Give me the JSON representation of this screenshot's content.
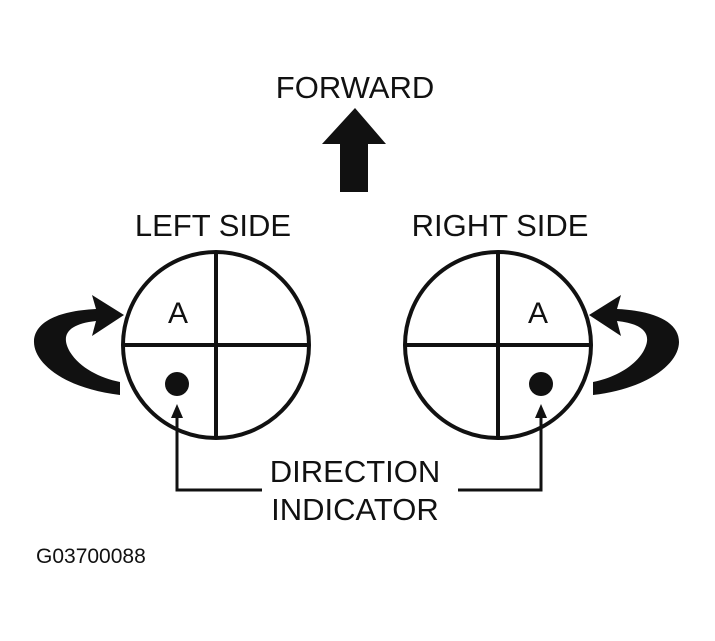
{
  "labels": {
    "forward": "FORWARD",
    "left_side": "LEFT SIDE",
    "right_side": "RIGHT SIDE",
    "direction_line1": "DIRECTION",
    "direction_line2": "INDICATOR",
    "quadrant_mark_left": "A",
    "quadrant_mark_right": "A",
    "figure_code": "G03700088"
  },
  "colors": {
    "ink": "#111111",
    "background": "#ffffff"
  }
}
